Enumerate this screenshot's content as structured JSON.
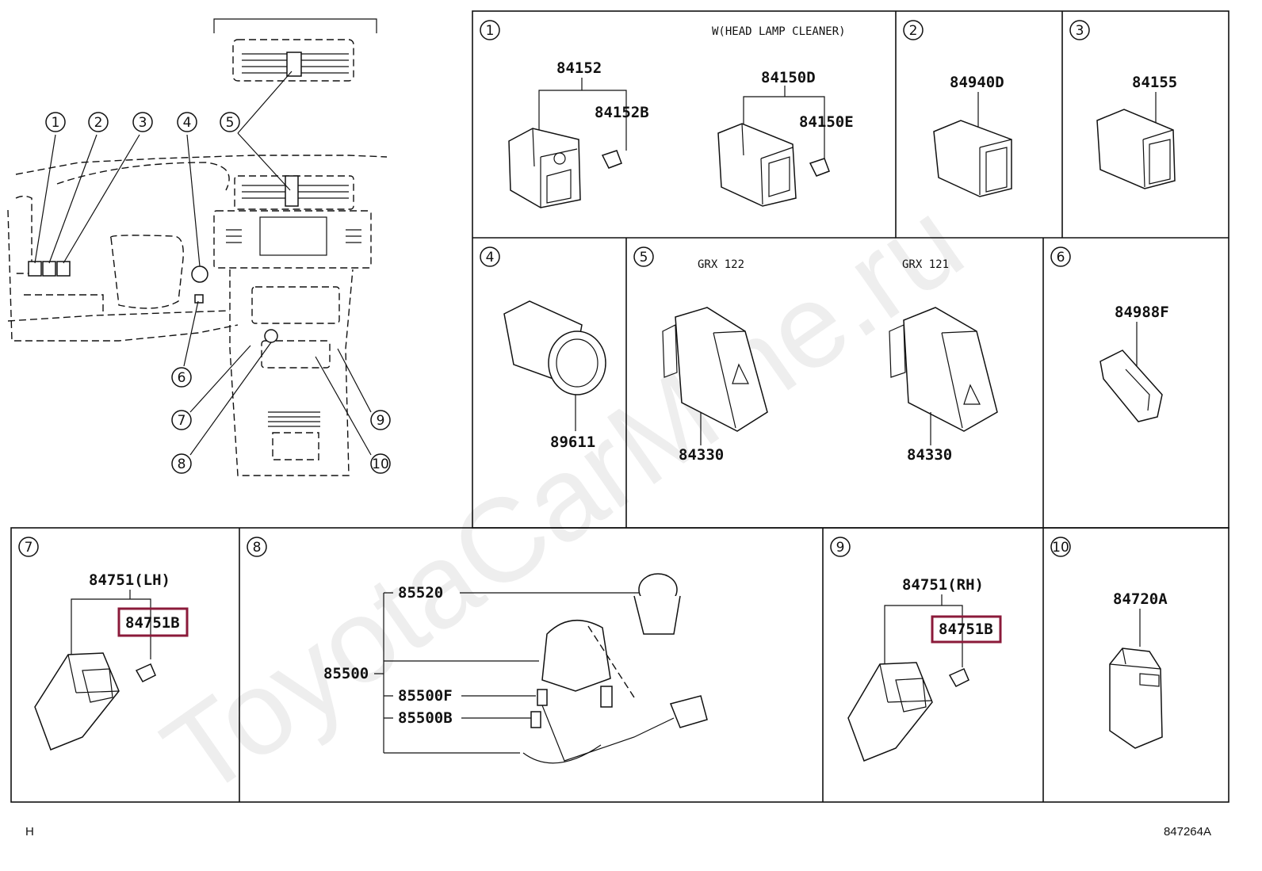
{
  "watermark": "ToyotaCarMine.ru",
  "overview": {
    "callouts": [
      "1",
      "2",
      "3",
      "4",
      "5",
      "6",
      "7",
      "8",
      "9",
      "10"
    ]
  },
  "panels": [
    {
      "num": "1",
      "note": "W(HEAD LAMP CLEANER)",
      "parts": [
        "84152",
        "84152B",
        "84150D",
        "84150E"
      ]
    },
    {
      "num": "2",
      "parts": [
        "84940D"
      ]
    },
    {
      "num": "3",
      "parts": [
        "84155"
      ]
    },
    {
      "num": "4",
      "parts": [
        "89611"
      ]
    },
    {
      "num": "5",
      "variants": [
        "GRX 122",
        "GRX 121"
      ],
      "parts": [
        "84330",
        "84330"
      ]
    },
    {
      "num": "6",
      "parts": [
        "84988F"
      ]
    },
    {
      "num": "7",
      "parts": [
        "84751(LH)",
        "84751B"
      ]
    },
    {
      "num": "8",
      "parts": [
        "85520",
        "85500",
        "85500F",
        "85500B"
      ]
    },
    {
      "num": "9",
      "parts": [
        "84751(RH)",
        "84751B"
      ]
    },
    {
      "num": "10",
      "parts": [
        "84720A"
      ]
    }
  ],
  "highlighted_parts": [
    "84751B"
  ],
  "highlight_color": "#8b1a3a",
  "footer": {
    "left": "H",
    "right": "847264A"
  }
}
